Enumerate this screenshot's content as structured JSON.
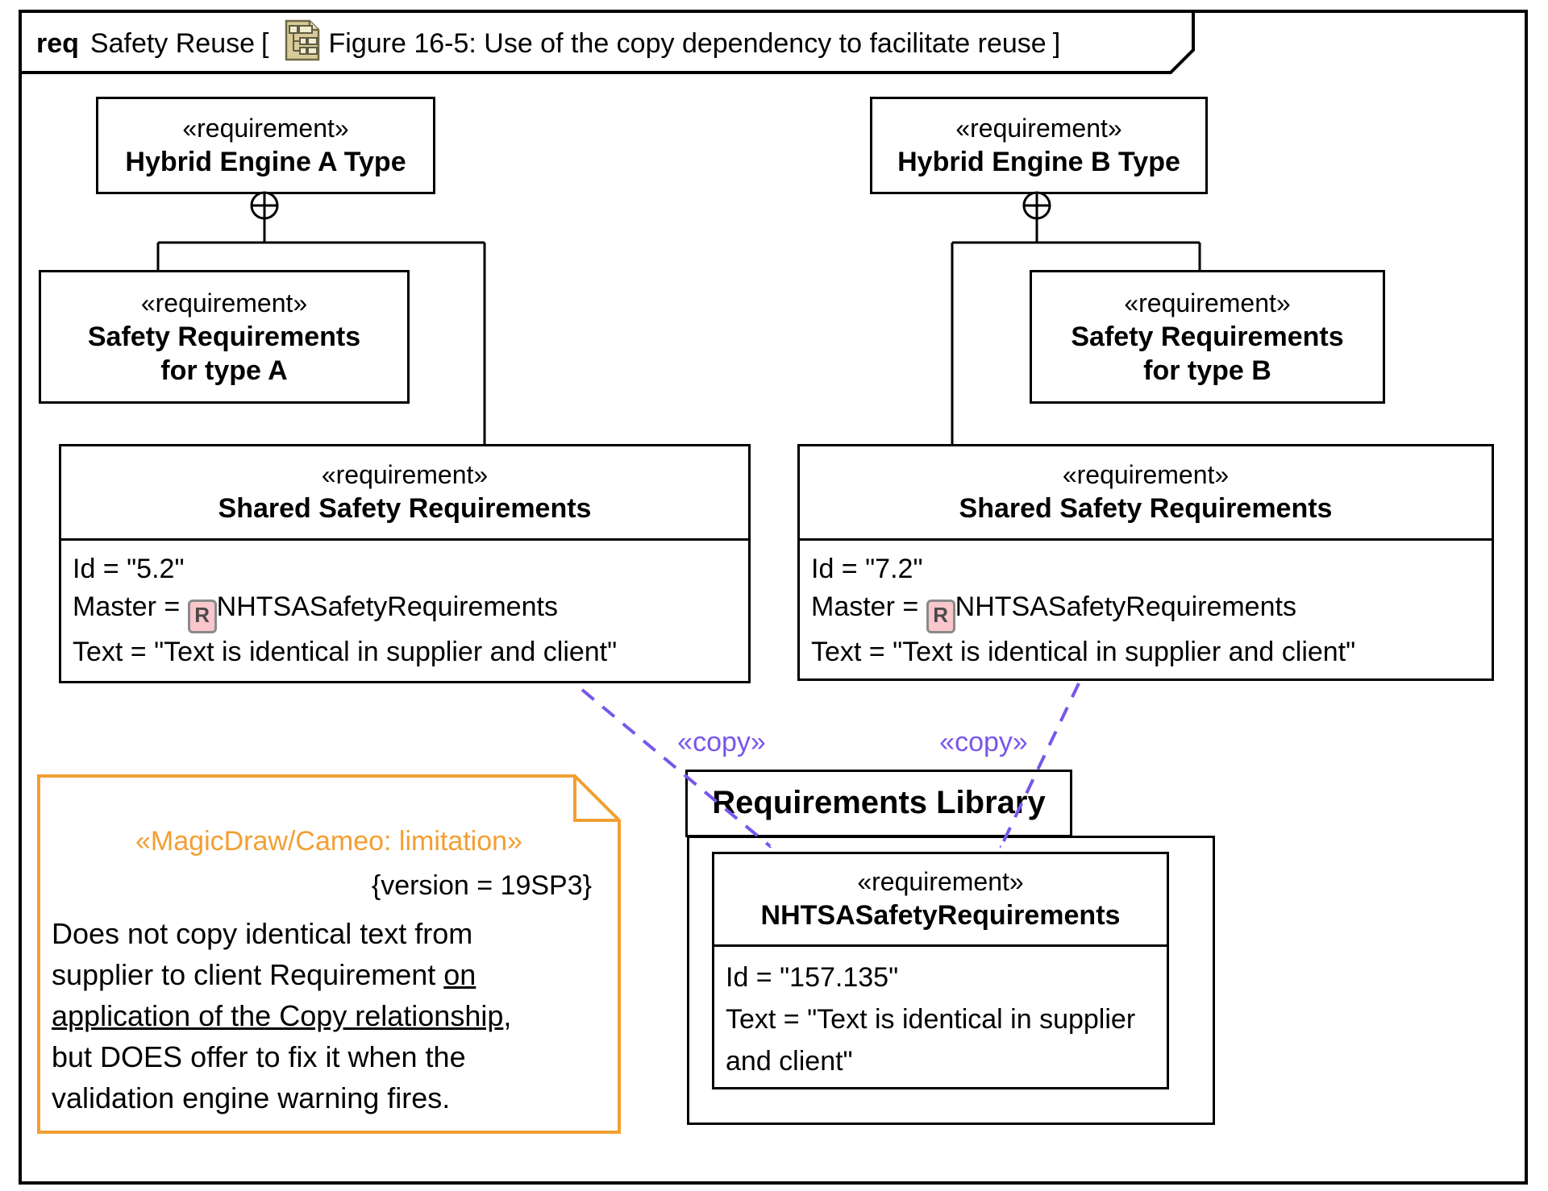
{
  "colors": {
    "copy_purple": "#7757EA",
    "note_orange": "#F29F33",
    "master_icon_bg": "#F9C6CB",
    "diagram_icon_tan": "#D9CB97"
  },
  "frame": {
    "kind_label": "req",
    "diagram_name": "Safety Reuse",
    "open_bracket": "[",
    "diagram_icon": "requirements-diagram-icon",
    "figure_title": "Figure 16-5: Use of the copy dependency to facilitate reuse",
    "close_bracket": "]"
  },
  "nodes": {
    "hybrid_a": {
      "stereotype": "«requirement»",
      "name": "Hybrid Engine A Type"
    },
    "hybrid_b": {
      "stereotype": "«requirement»",
      "name": "Hybrid Engine B Type"
    },
    "safety_a": {
      "stereotype": "«requirement»",
      "name_line1": "Safety Requirements",
      "name_line2": "for type A"
    },
    "safety_b": {
      "stereotype": "«requirement»",
      "name_line1": "Safety Requirements",
      "name_line2": "for type B"
    },
    "shared_a": {
      "stereotype": "«requirement»",
      "name": "Shared Safety Requirements",
      "id_line": "Id = \"5.2\"",
      "master_prefix": "Master = ",
      "master_icon": "requirement-master-icon",
      "master_icon_letter": "R",
      "master_value": "NHTSASafetyRequirements",
      "text_line": "Text = \"Text is identical in supplier and client\""
    },
    "shared_b": {
      "stereotype": "«requirement»",
      "name": "Shared Safety Requirements",
      "id_line": "Id = \"7.2\"",
      "master_prefix": "Master = ",
      "master_icon": "requirement-master-icon",
      "master_icon_letter": "R",
      "master_value": "NHTSASafetyRequirements",
      "text_line": "Text = \"Text is identical in supplier and client\""
    },
    "nhtsa": {
      "stereotype": "«requirement»",
      "name": "NHTSASafetyRequirements",
      "id_line": "Id = \"157.135\"",
      "text_line": "Text = \"Text is identical in supplier and client\""
    }
  },
  "package": {
    "name": "Requirements Library"
  },
  "copy_links": {
    "left_label": "«copy»",
    "right_label": "«copy»"
  },
  "note": {
    "stereotype": "«MagicDraw/Cameo: limitation»",
    "version_tag": "{version = 19SP3}",
    "body_before": "Does not copy identical text from supplier to client Requirement ",
    "body_underlined": "on application of the Copy relationship",
    "body_after": ", but DOES offer to fix it when the validation engine warning fires."
  }
}
